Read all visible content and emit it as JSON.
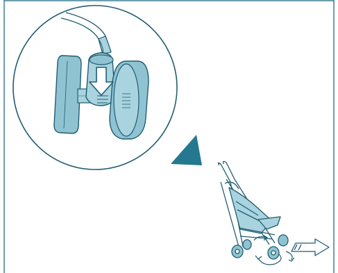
{
  "figure": {
    "description_icons": [
      "wheel-detail-callout",
      "press-down-arrow",
      "pointer-triangle",
      "folded-stroller",
      "rotation-arrows",
      "push-direction-arrow"
    ],
    "colors": {
      "frame": "#3d7f95",
      "line": "#1f5c70",
      "fill_light": "#a9d3df",
      "fill_mid": "#8fc3d2",
      "accent_dark": "#24788f",
      "background": "#ffffff"
    }
  }
}
